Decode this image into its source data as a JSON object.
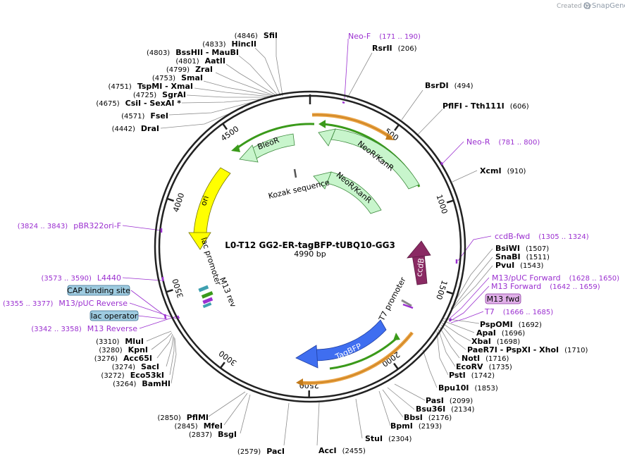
{
  "credit": {
    "prefix": "Created by",
    "brand": "SnapGene"
  },
  "plasmid": {
    "name": "L0-T12 GG2-ER-tagBFP-tUBQ10-GG3",
    "length_label": "4990 bp",
    "length": 4990
  },
  "colors": {
    "backbone": "#222222",
    "primer": "#9b30d0",
    "neo": "#c8f5cc",
    "ori": "#ffff00",
    "tagbfp": "#3f6ef0",
    "ccdb": "#8a2a63",
    "orange": "#e8a040",
    "green_bar": "#3a9a1a",
    "box_blue": "#9ecbe0",
    "box_purple": "#e0b0e8"
  },
  "ticks": [
    "500",
    "1000",
    "1500",
    "2000",
    "2500",
    "3000",
    "3500",
    "4000",
    "4500"
  ],
  "features": {
    "neo_outer": "NeoR/KanR",
    "neo_inner": "NeoR/KanR",
    "bleo": "BleoR",
    "ori": "ori",
    "ccdb": "ccdB",
    "tagbfp": "TagBFP",
    "kozak": "Kozak sequence",
    "lac_promoter": "lac promoter",
    "m13_rev": "M13 rev",
    "t7_promoter": "T7 promoter",
    "m13_fwd": "M13 fwd",
    "cap_site": "CAP binding site",
    "lac_operator": "lac operator"
  },
  "sites_right": [
    {
      "name": "RsrII",
      "pos": "(206)"
    },
    {
      "name": "BsrDI",
      "pos": "(494)"
    },
    {
      "name": "PflFI  - Tth111I",
      "pos": "(606)"
    },
    {
      "name": "XcmI",
      "pos": "(910)"
    },
    {
      "name": "BsiWI",
      "pos": "(1507)"
    },
    {
      "name": "SnaBI",
      "pos": "(1511)"
    },
    {
      "name": "PvuI",
      "pos": "(1543)"
    },
    {
      "name": "PspOMI",
      "pos": "(1692)"
    },
    {
      "name": "ApaI",
      "pos": "(1696)"
    },
    {
      "name": "XbaI",
      "pos": "(1698)"
    },
    {
      "name": "PaeR7I  - PspXI  - XhoI",
      "pos": "(1710)"
    },
    {
      "name": "NotI",
      "pos": "(1716)"
    },
    {
      "name": "EcoRV",
      "pos": "(1735)"
    },
    {
      "name": "PstI",
      "pos": "(1742)"
    },
    {
      "name": "Bpu10I",
      "pos": "(1853)"
    },
    {
      "name": "PasI",
      "pos": "(2099)"
    },
    {
      "name": "Bsu36I",
      "pos": "(2134)"
    },
    {
      "name": "BbsI",
      "pos": "(2176)"
    },
    {
      "name": "BpmI",
      "pos": "(2193)"
    },
    {
      "name": "StuI",
      "pos": "(2304)"
    },
    {
      "name": "AccI",
      "pos": "(2455)"
    }
  ],
  "sites_left": [
    {
      "name": "SfiI",
      "pos": "(4846)"
    },
    {
      "name": "HincII",
      "pos": "(4833)"
    },
    {
      "name": "BssHII  - MauBI",
      "pos": "(4803)"
    },
    {
      "name": "AatII",
      "pos": "(4801)"
    },
    {
      "name": "ZraI",
      "pos": "(4799)"
    },
    {
      "name": "SmaI",
      "pos": "(4753)"
    },
    {
      "name": "TspMI  - XmaI",
      "pos": "(4751)"
    },
    {
      "name": "SgrAI",
      "pos": "(4725)"
    },
    {
      "name": "CsiI  - SexAI *",
      "pos": "(4675)"
    },
    {
      "name": "FseI",
      "pos": "(4571)"
    },
    {
      "name": "DraI",
      "pos": "(4442)"
    },
    {
      "name": "MluI",
      "pos": "(3310)"
    },
    {
      "name": "KpnI",
      "pos": "(3280)"
    },
    {
      "name": "Acc65I",
      "pos": "(3276)"
    },
    {
      "name": "SacI",
      "pos": "(3274)"
    },
    {
      "name": "Eco53kI",
      "pos": "(3272)"
    },
    {
      "name": "BamHI",
      "pos": "(3264)"
    },
    {
      "name": "PflMI",
      "pos": "(2850)"
    },
    {
      "name": "MfeI",
      "pos": "(2845)"
    },
    {
      "name": "BsgI",
      "pos": "(2837)"
    },
    {
      "name": "PacI",
      "pos": "(2579)"
    }
  ],
  "primers": [
    {
      "name": "Neo-F",
      "pos": "(171 .. 190)"
    },
    {
      "name": "Neo-R",
      "pos": "(781 .. 800)"
    },
    {
      "name": "ccdB-fwd",
      "pos": "(1305 .. 1324)"
    },
    {
      "name": "M13/pUC Forward",
      "pos": "(1628 .. 1650)"
    },
    {
      "name": "M13 Forward",
      "pos": "(1642 .. 1659)"
    },
    {
      "name": "T7",
      "pos": "(1666 .. 1685)"
    },
    {
      "name": "pBR322ori-F",
      "pos": "(3824 .. 3843)"
    },
    {
      "name": "L4440",
      "pos": "(3573 .. 3590)"
    },
    {
      "name": "M13/pUC Reverse",
      "pos": "(3355 .. 3377)"
    },
    {
      "name": "M13 Reverse",
      "pos": "(3342 .. 3358)"
    }
  ]
}
